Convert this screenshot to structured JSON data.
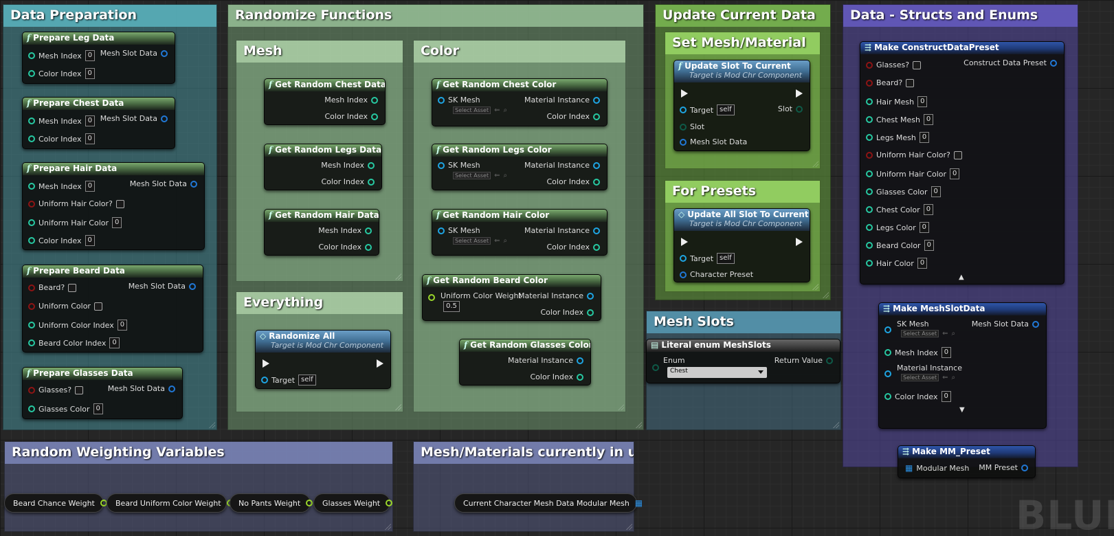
{
  "comments": {
    "data_prep": "Data Preparation",
    "randomize": "Randomize Functions",
    "mesh": "Mesh",
    "color": "Color",
    "everything": "Everything",
    "update": "Update Current Data",
    "set_mesh": "Set Mesh/Material",
    "for_presets": "For Presets",
    "mesh_slots": "Mesh Slots",
    "structs": "Data - Structs and Enums",
    "weighting": "Random Weighting Variables",
    "in_use": "Mesh/Materials currently in use"
  },
  "labels": {
    "mesh_index": "Mesh Index",
    "color_index": "Color Index",
    "mesh_slot_data": "Mesh Slot Data",
    "material_instance": "Material Instance",
    "sk_mesh": "SK Mesh",
    "select_asset": "Select Asset",
    "target": "Target",
    "self": "self",
    "zero": "0",
    "target_is": "Target is Mod Chr Component"
  },
  "prep": {
    "leg": "Prepare Leg Data",
    "chest": "Prepare Chest Data",
    "hair": "Prepare Hair Data",
    "uniform_hair_color_q": "Uniform Hair Color?",
    "uniform_hair_color": "Uniform Hair Color",
    "beard": "Prepare Beard Data",
    "beard_q": "Beard?",
    "uniform_color": "Uniform Color",
    "uniform_color_index": "Uniform Color Index",
    "beard_color_index": "Beard Color Index",
    "glasses": "Prepare Glasses Data",
    "glasses_q": "Glasses?",
    "glasses_color": "Glasses Color"
  },
  "rand_mesh": {
    "chest": "Get Random Chest Data",
    "legs": "Get Random Legs Data",
    "hair": "Get Random Hair Data"
  },
  "rand_color": {
    "chest": "Get Random Chest Color",
    "legs": "Get Random Legs Color",
    "hair": "Get Random Hair Color",
    "beard": "Get Random Beard Color",
    "uniform_weight": "Uniform Color Weight",
    "weight_value": "0.5",
    "glasses": "Get Random Glasses Color"
  },
  "randomize_all": "Randomize All",
  "update": {
    "slot_to_current": "Update Slot To Current",
    "slot": "Slot",
    "all_slot": "Update All Slot To Current",
    "character_preset": "Character Preset"
  },
  "literal": {
    "title": "Literal enum MeshSlots",
    "enum": "Enum",
    "return_value": "Return Value",
    "selected": "Chest"
  },
  "make_preset": {
    "title": "Make ConstructDataPreset",
    "output": "Construct Data Preset",
    "glasses_q": "Glasses?",
    "beard_q": "Beard?",
    "hair_mesh": "Hair Mesh",
    "chest_mesh": "Chest Mesh",
    "legs_mesh": "Legs Mesh",
    "uniform_hair_color_q": "Uniform Hair Color?",
    "uniform_hair_color": "Uniform Hair Color",
    "glasses_color": "Glasses Color",
    "chest_color": "Chest Color",
    "legs_color": "Legs Color",
    "beard_color": "Beard Color",
    "hair_color": "Hair Color"
  },
  "make_slot": {
    "title": "Make MeshSlotData"
  },
  "make_mm": {
    "title": "Make MM_Preset",
    "modular_mesh": "Modular Mesh",
    "mm_preset": "MM Preset"
  },
  "vars": {
    "beard_chance": "Beard Chance Weight",
    "beard_uniform": "Beard Uniform Color Weight",
    "no_pants": "No Pants Weight",
    "glasses": "Glasses Weight",
    "current": "Current Character Mesh Data Modular Mesh"
  },
  "watermark": "BLUEPRINT",
  "colors": {
    "int_pin": "#27c9a2",
    "bool_pin": "#8e1414",
    "object_pin": "#1ea5e3",
    "struct_pin": "#2178d6",
    "float_pin": "#9ad62a"
  }
}
